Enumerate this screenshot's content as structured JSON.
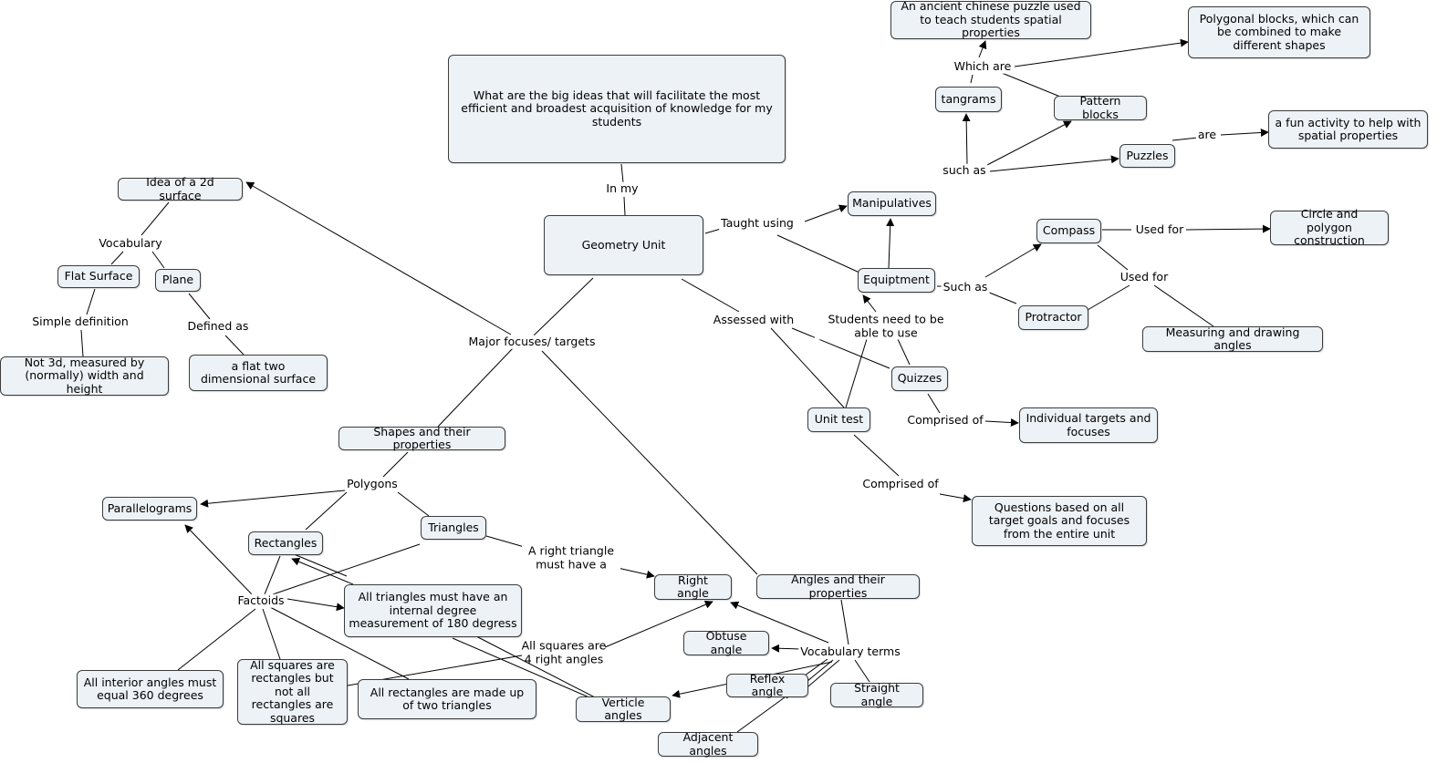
{
  "concept_map": {
    "concepts": {
      "big_ideas": "What are the big ideas that will facilitate the most efficient and broadest acquisition of knowledge for my students",
      "geometry_unit": "Geometry Unit",
      "idea_2d_surface": "Idea of a 2d surface",
      "flat_surface": "Flat Surface",
      "plane": "Plane",
      "not_3d": "Not 3d, measured by (normally) width and height",
      "flat_two_dim": "a flat two dimensional surface",
      "shapes_properties": "Shapes and their properties",
      "parallelograms": "Parallelograms",
      "rectangles": "Rectangles",
      "triangles": "Triangles",
      "triangles_180": "All triangles must have an internal degree measurement of 180 degress",
      "interior_360": "All interior angles must equal 360 degrees",
      "squares_rectangles": "All squares are rectangles but not all rectangles are squares",
      "rectangles_two_triangles": "All rectangles are made up of two triangles",
      "right_angle": "Right angle",
      "angles_properties": "Angles and their properties",
      "obtuse_angle": "Obtuse angle",
      "reflex_angle": "Reflex angle",
      "straight_angle": "Straight angle",
      "verticle_angles": "Verticle angles",
      "adjacent_angles": "Adjacent angles",
      "manipulatives": "Manipulatives",
      "tangrams": "tangrams",
      "pattern_blocks": "Pattern blocks",
      "puzzles": "Puzzles",
      "ancient_puzzle": "An ancient chinese puzzle used to teach students spatial properties",
      "polygonal_blocks": "Polygonal blocks, which can be combined to make different shapes",
      "fun_activity": "a fun activity to help with spatial properties",
      "equiptment": "Equiptment",
      "compass": "Compass",
      "protractor": "Protractor",
      "circle_polygon": "Circle and polygon construction",
      "measuring_angles": "Measuring and drawing angles",
      "quizzes": "Quizzes",
      "unit_test": "Unit test",
      "individual_targets": "Individual targets and focuses",
      "questions_all": "Questions based on all target goals and focuses from the entire unit"
    },
    "link_phrases": {
      "in_my": "In my",
      "major_focuses": "Major focuses/ targets",
      "vocabulary": "Vocabulary",
      "simple_definition": "Simple definition",
      "defined_as": "Defined as",
      "polygons": "Polygons",
      "factoids": "Factoids",
      "right_triangle": "A right triangle must have a",
      "squares_4_right": "All squares are 4 right angles",
      "vocabulary_terms": "Vocabulary terms",
      "taught_using": "Taught using",
      "such_as_manip": "such as",
      "which_are": "Which are",
      "are": "are",
      "such_as_equip": "Such as",
      "used_for_compass": "Used for",
      "used_for_protractor": "Used for",
      "assessed_with": "Assessed with",
      "students_need": "Students need to be able to use",
      "comprised_quiz": "Comprised of",
      "comprised_test": "Comprised of"
    }
  }
}
